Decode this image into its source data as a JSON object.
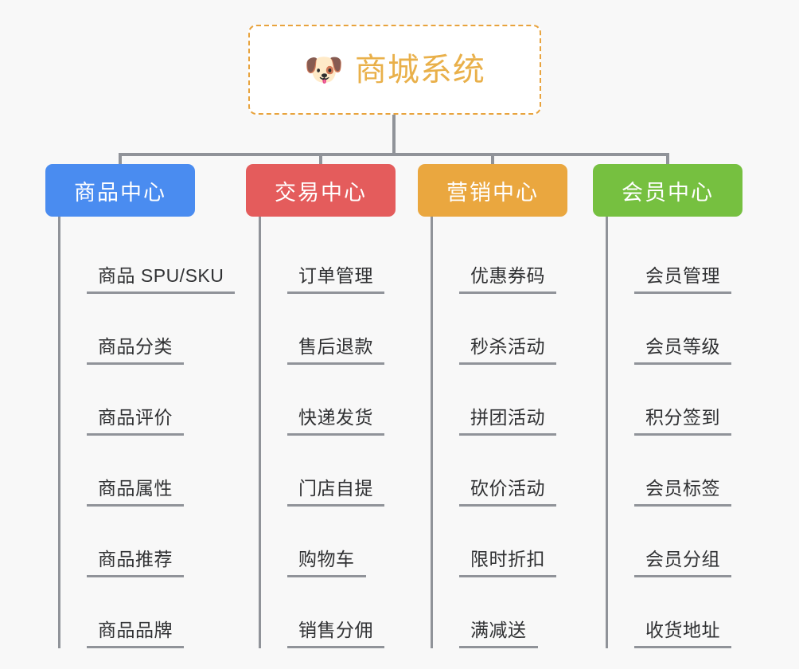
{
  "page": {
    "background_color": "#f8f8f8",
    "title": "商城系统 功能架构脑图"
  },
  "root": {
    "icon": "shiba-dog-face-emoji",
    "emoji": "🐶",
    "label": "商城系统",
    "text_color": "#e9b04a",
    "border_color": "#e8a33d",
    "background_color": "#ffffff"
  },
  "connector": {
    "color": "#909399"
  },
  "branches": [
    {
      "id": "product-center",
      "label": "商品中心",
      "color": "#4a8cf0",
      "items": [
        {
          "label": "商品 SPU/SKU"
        },
        {
          "label": "商品分类"
        },
        {
          "label": "商品评价"
        },
        {
          "label": "商品属性"
        },
        {
          "label": "商品推荐"
        },
        {
          "label": "商品品牌"
        }
      ]
    },
    {
      "id": "trade-center",
      "label": "交易中心",
      "color": "#e45c5c",
      "items": [
        {
          "label": "订单管理"
        },
        {
          "label": "售后退款"
        },
        {
          "label": "快递发货"
        },
        {
          "label": "门店自提"
        },
        {
          "label": "购物车"
        },
        {
          "label": "销售分佣"
        }
      ]
    },
    {
      "id": "marketing-center",
      "label": "营销中心",
      "color": "#eaa73f",
      "items": [
        {
          "label": "优惠券码"
        },
        {
          "label": "秒杀活动"
        },
        {
          "label": "拼团活动"
        },
        {
          "label": "砍价活动"
        },
        {
          "label": "限时折扣"
        },
        {
          "label": "满减送"
        }
      ]
    },
    {
      "id": "member-center",
      "label": "会员中心",
      "color": "#76c040",
      "items": [
        {
          "label": "会员管理"
        },
        {
          "label": "会员等级"
        },
        {
          "label": "积分签到"
        },
        {
          "label": "会员标签"
        },
        {
          "label": "会员分组"
        },
        {
          "label": "收货地址"
        }
      ]
    }
  ]
}
